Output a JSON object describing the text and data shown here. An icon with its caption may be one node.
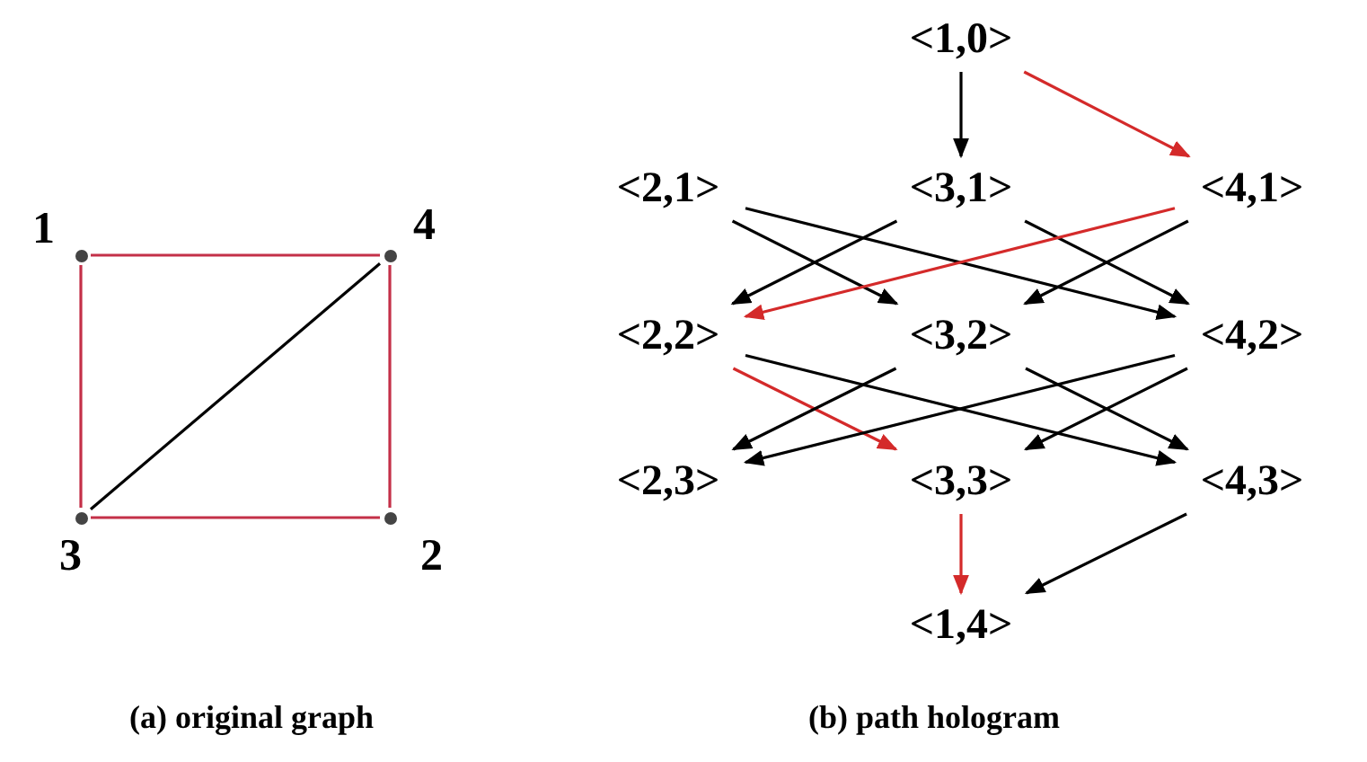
{
  "diagram": {
    "nodes": [
      {
        "text": [],
        "shape": "circle",
        "beside": [
          "1"
        ]
      },
      {
        "text": [],
        "shape": "circle",
        "beside": [
          "4"
        ]
      },
      {
        "text": [],
        "shape": "circle",
        "beside": [
          "3"
        ]
      },
      {
        "text": [],
        "shape": "circle",
        "beside": [
          "2"
        ]
      },
      {
        "text": [
          "<1,0>"
        ]
      },
      {
        "text": [
          "<2,1>"
        ]
      },
      {
        "text": [
          "<3,1>"
        ]
      },
      {
        "text": [
          "<4,1>"
        ]
      },
      {
        "text": [
          "<2,2>"
        ]
      },
      {
        "text": [
          "<3,2>"
        ]
      },
      {
        "text": [
          "<4,2>"
        ]
      },
      {
        "text": [
          "<2,3>"
        ]
      },
      {
        "text": [
          "<3,3>"
        ]
      },
      {
        "text": [
          "<4,3>"
        ]
      },
      {
        "text": [
          "<1,4>"
        ]
      }
    ],
    "edges": [
      {
        "from": 0,
        "to": 1,
        "arrow": "none",
        "color": "#c43048"
      },
      {
        "from": 1,
        "to": 3,
        "arrow": "none",
        "color": "#c43048"
      },
      {
        "from": 3,
        "to": 2,
        "arrow": "none",
        "color": "#c43048"
      },
      {
        "from": 2,
        "to": 0,
        "arrow": "none",
        "color": "#c43048"
      },
      {
        "from": 2,
        "to": 1,
        "arrow": "none"
      },
      {
        "from": 4,
        "to": 6,
        "arrow": "to"
      },
      {
        "from": 4,
        "to": 7,
        "arrow": "to",
        "color": "#d42a2a"
      },
      {
        "from": 5,
        "to": 9,
        "arrow": "to"
      },
      {
        "from": 5,
        "to": 10,
        "arrow": "to"
      },
      {
        "from": 6,
        "to": 8,
        "arrow": "to"
      },
      {
        "from": 6,
        "to": 10,
        "arrow": "to"
      },
      {
        "from": 7,
        "to": 8,
        "arrow": "to",
        "color": "#d42a2a"
      },
      {
        "from": 7,
        "to": 9,
        "arrow": "to"
      },
      {
        "from": 8,
        "to": 12,
        "arrow": "to",
        "color": "#d42a2a"
      },
      {
        "from": 8,
        "to": 13,
        "arrow": "to"
      },
      {
        "from": 9,
        "to": 11,
        "arrow": "to"
      },
      {
        "from": 9,
        "to": 13,
        "arrow": "to"
      },
      {
        "from": 10,
        "to": 11,
        "arrow": "to"
      },
      {
        "from": 10,
        "to": 12,
        "arrow": "to"
      },
      {
        "from": 12,
        "to": 14,
        "arrow": "to",
        "color": "#d42a2a"
      },
      {
        "from": 13,
        "to": 14,
        "arrow": "to"
      }
    ],
    "labels": [
      "(a) original graph",
      "(b) path hologram"
    ]
  }
}
